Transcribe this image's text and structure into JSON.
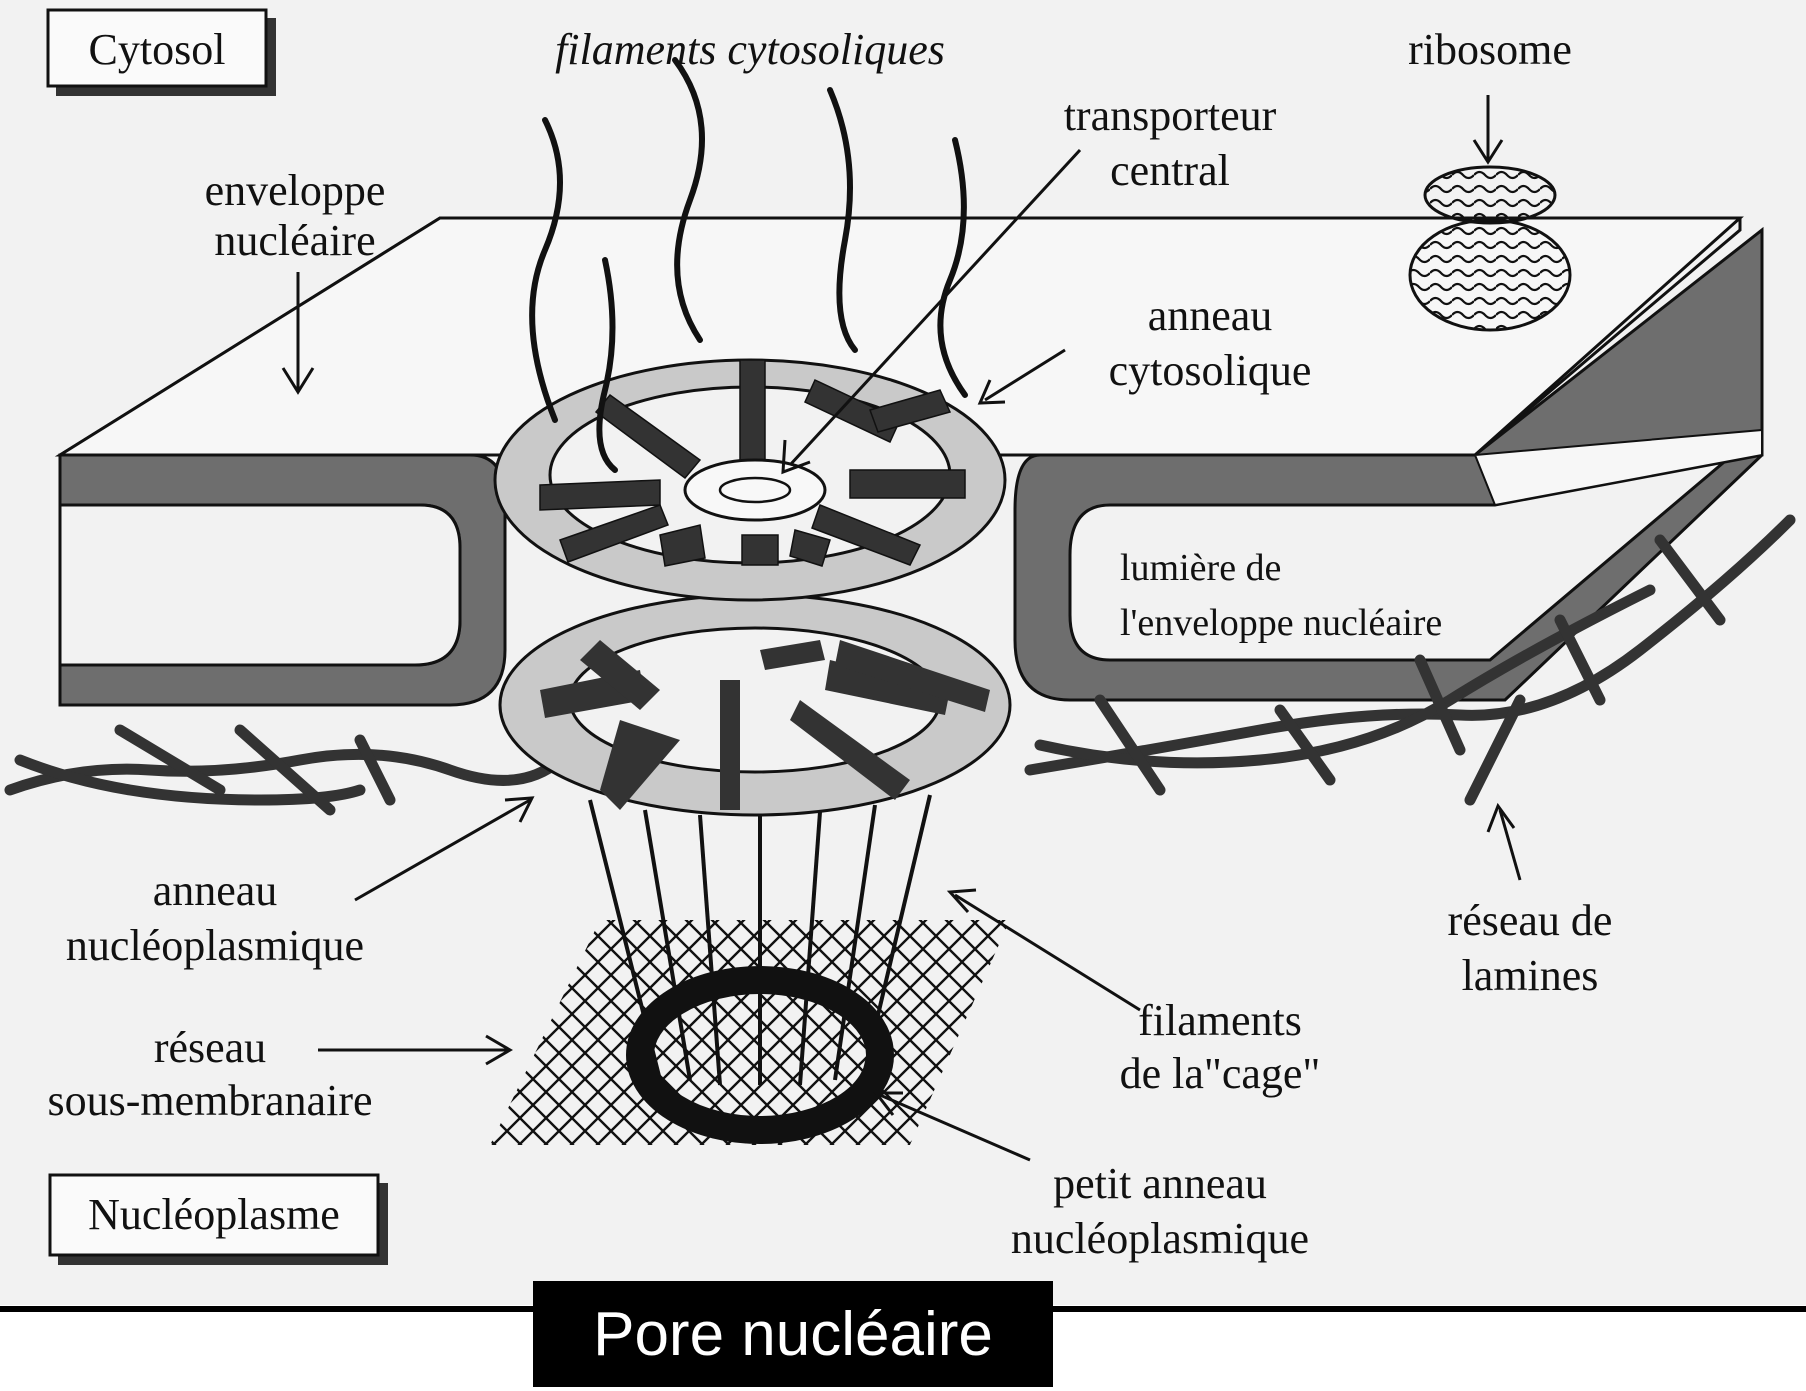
{
  "labels": {
    "cytosol": "Cytosol",
    "filaments_cytosoliques": "filaments cytosoliques",
    "ribosome": "ribosome",
    "transporteur": [
      "transporteur",
      "central"
    ],
    "enveloppe": [
      "enveloppe",
      "nucléaire"
    ],
    "anneau_cyto": [
      "anneau",
      "cytosolique"
    ],
    "lumiere": [
      "lumière de",
      "l'enveloppe nucléaire"
    ],
    "anneau_nucleo": [
      "anneau",
      "nucléoplasmique"
    ],
    "reseau_lamines": [
      "réseau de",
      "lamines"
    ],
    "filaments_cage": [
      "filaments",
      "de la\"cage\""
    ],
    "reseau_sous": [
      "réseau",
      "sous-membranaire"
    ],
    "petit_anneau": [
      "petit anneau",
      "nucléoplasmique"
    ],
    "nucleoplasme": "Nucléoplasme"
  },
  "caption": "Pore nucléaire",
  "colors": {
    "background": "#f2f2f2",
    "membrane": "#6e6e6e",
    "ring": "#c9c9c9",
    "ink": "#111111",
    "caption_bg": "#000000",
    "caption_text": "#ffffff"
  }
}
